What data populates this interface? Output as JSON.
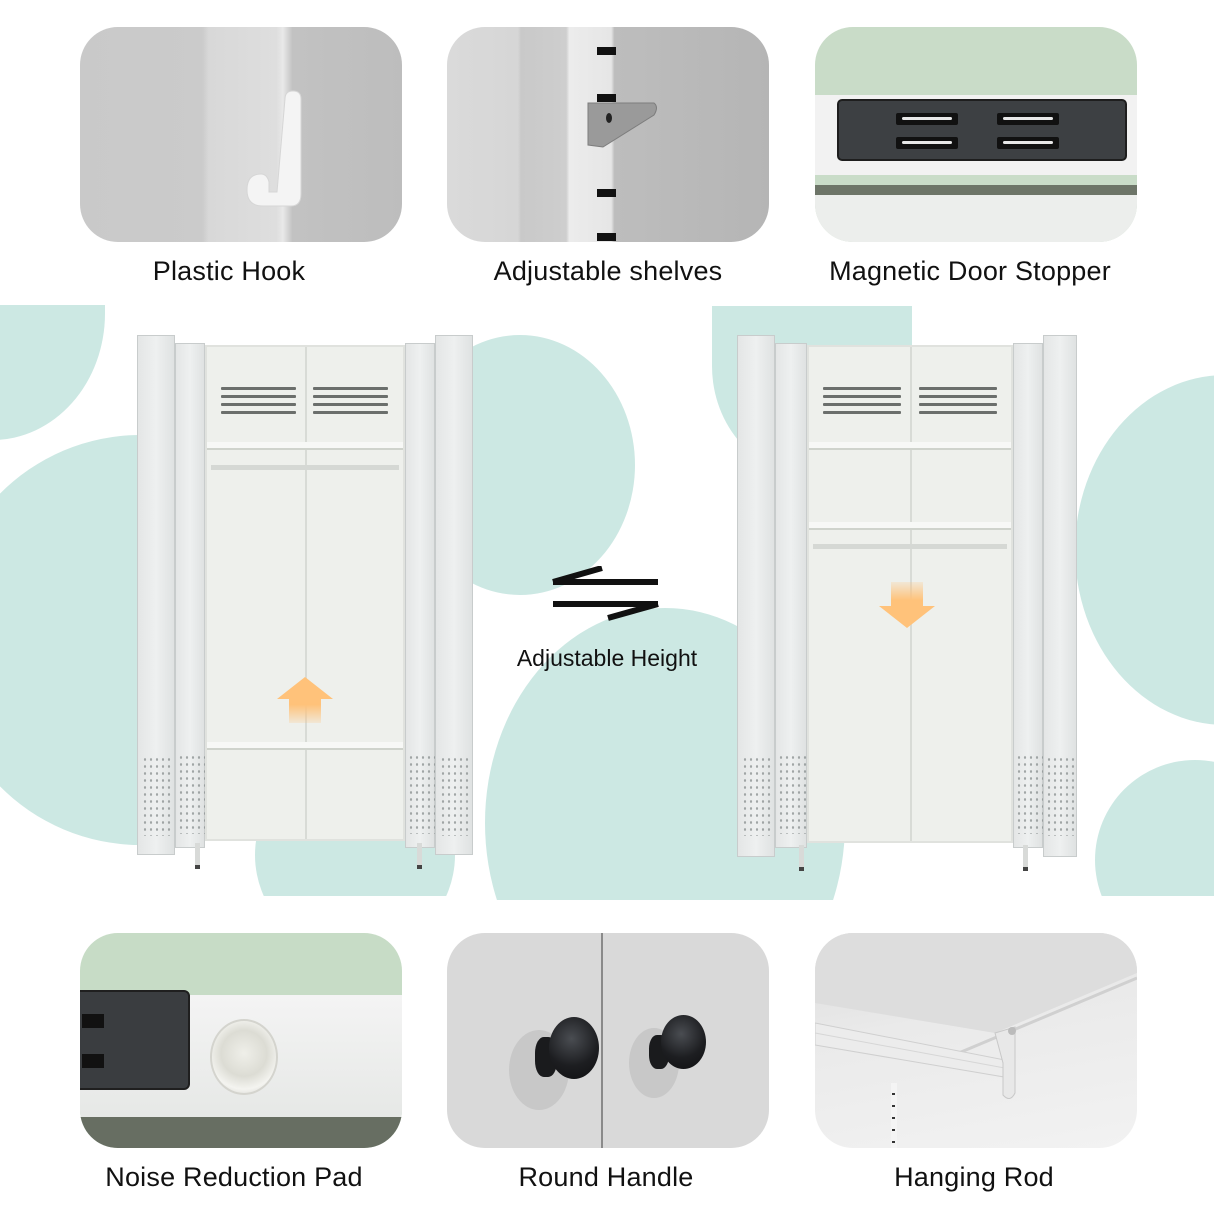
{
  "features_top": [
    {
      "label": "Plastic Hook",
      "icon": "hook-icon"
    },
    {
      "label": "Adjustable shelves",
      "icon": "shelf-bracket-icon"
    },
    {
      "label": "Magnetic Door Stopper",
      "icon": "magnet-icon"
    }
  ],
  "comparison": {
    "label": "Adjustable Height",
    "icon": "swap-arrows-icon",
    "left_arrow": "up",
    "right_arrow": "down",
    "arrow_color": "#ffc27a",
    "blob_color": "#cce8e3"
  },
  "features_bottom": [
    {
      "label": "Noise Reduction Pad",
      "icon": "pad-icon"
    },
    {
      "label": "Round Handle",
      "icon": "knob-icon"
    },
    {
      "label": "Hanging Rod",
      "icon": "rod-icon"
    }
  ]
}
